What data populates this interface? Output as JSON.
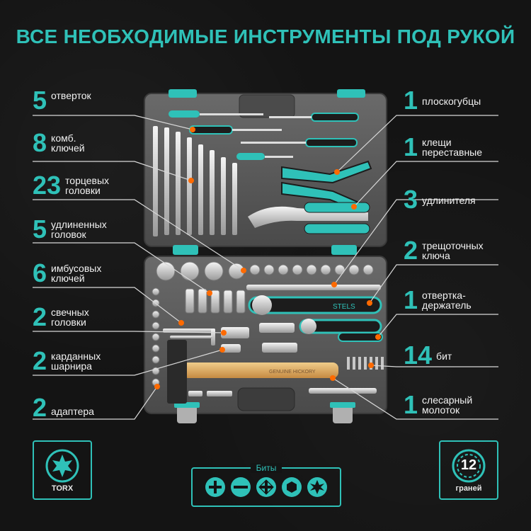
{
  "title": "ВСЕ НЕОБХОДИМЫЕ ИНСТРУМЕНТЫ ПОД РУКОЙ",
  "colors": {
    "accent": "#2fc1b8",
    "callout_dot": "#ff6a00",
    "background": "#141414",
    "case": "#5a5a5a"
  },
  "left_callouts": [
    {
      "num": "5",
      "l1": "отверток",
      "l2": ""
    },
    {
      "num": "8",
      "l1": "комб.",
      "l2": "ключей"
    },
    {
      "num": "23",
      "l1": "торцевых",
      "l2": "головки"
    },
    {
      "num": "5",
      "l1": "удлиненных",
      "l2": "головок"
    },
    {
      "num": "6",
      "l1": "имбусовых",
      "l2": "ключей"
    },
    {
      "num": "2",
      "l1": "свечных",
      "l2": "головки"
    },
    {
      "num": "2",
      "l1": "карданных",
      "l2": "шарнира"
    },
    {
      "num": "2",
      "l1": "адаптера",
      "l2": ""
    }
  ],
  "right_callouts": [
    {
      "num": "1",
      "l1": "плоскогубцы",
      "l2": ""
    },
    {
      "num": "1",
      "l1": "клещи",
      "l2": "переставные"
    },
    {
      "num": "3",
      "l1": "удлинителя",
      "l2": ""
    },
    {
      "num": "2",
      "l1": "трещоточных",
      "l2": "ключа"
    },
    {
      "num": "1",
      "l1": "отвертка-",
      "l2": "держатель"
    },
    {
      "num": "14",
      "l1": "бит",
      "l2": ""
    },
    {
      "num": "1",
      "l1": "слесарный",
      "l2": "молоток"
    }
  ],
  "tool_marks": {
    "ratchet_brand": "STELS",
    "hammer_text": "GENUINE HICKORY"
  },
  "badges": {
    "torx": {
      "caption": "TORX",
      "icon": "torx-star-icon"
    },
    "faces": {
      "number": "12",
      "caption": "граней",
      "icon": "twelve-point-socket-icon"
    }
  },
  "bits": {
    "caption": "Биты",
    "icons": [
      "phillips-bit-icon",
      "slotted-bit-icon",
      "pozidriv-bit-icon",
      "hex-bit-icon",
      "torx-bit-icon"
    ]
  }
}
